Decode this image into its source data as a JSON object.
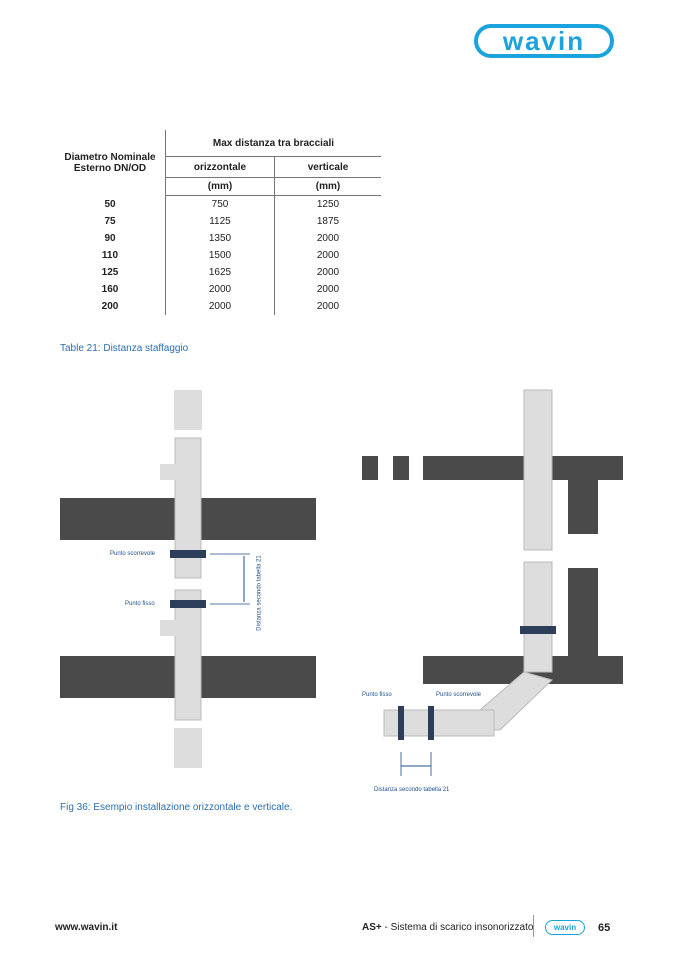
{
  "header": {
    "logo": "wavin"
  },
  "table": {
    "row_header": "Diametro Nominale Esterno DN/OD",
    "group_header": "Max distanza tra bracciali",
    "columns": [
      "orizzontale",
      "verticale"
    ],
    "units": [
      "(mm)",
      "(mm)"
    ],
    "rows": [
      [
        "50",
        "750",
        "1250"
      ],
      [
        "75",
        "1125",
        "1875"
      ],
      [
        "90",
        "1350",
        "2000"
      ],
      [
        "110",
        "1500",
        "2000"
      ],
      [
        "125",
        "1625",
        "2000"
      ],
      [
        "160",
        "2000",
        "2000"
      ],
      [
        "200",
        "2000",
        "2000"
      ]
    ]
  },
  "table_caption": "Table 21: Distanza staffaggio",
  "figure": {
    "left": {
      "sliding": "Punto scorrevole",
      "fixed": "Punto fisso",
      "distance": "Distanza secondo tabella 21"
    },
    "right": {
      "fixed": "Punto fisso",
      "sliding": "Punto scorrevole",
      "distance": "Distanza secondo tabella 21"
    },
    "caption": "Fig 36: Esempio installazione orizzontale e verticale."
  },
  "footer": {
    "url": "www.wavin.it",
    "product": "AS+",
    "subtitle": " - Sistema di scarico insonorizzato",
    "logo": "wavin",
    "page": "65"
  }
}
